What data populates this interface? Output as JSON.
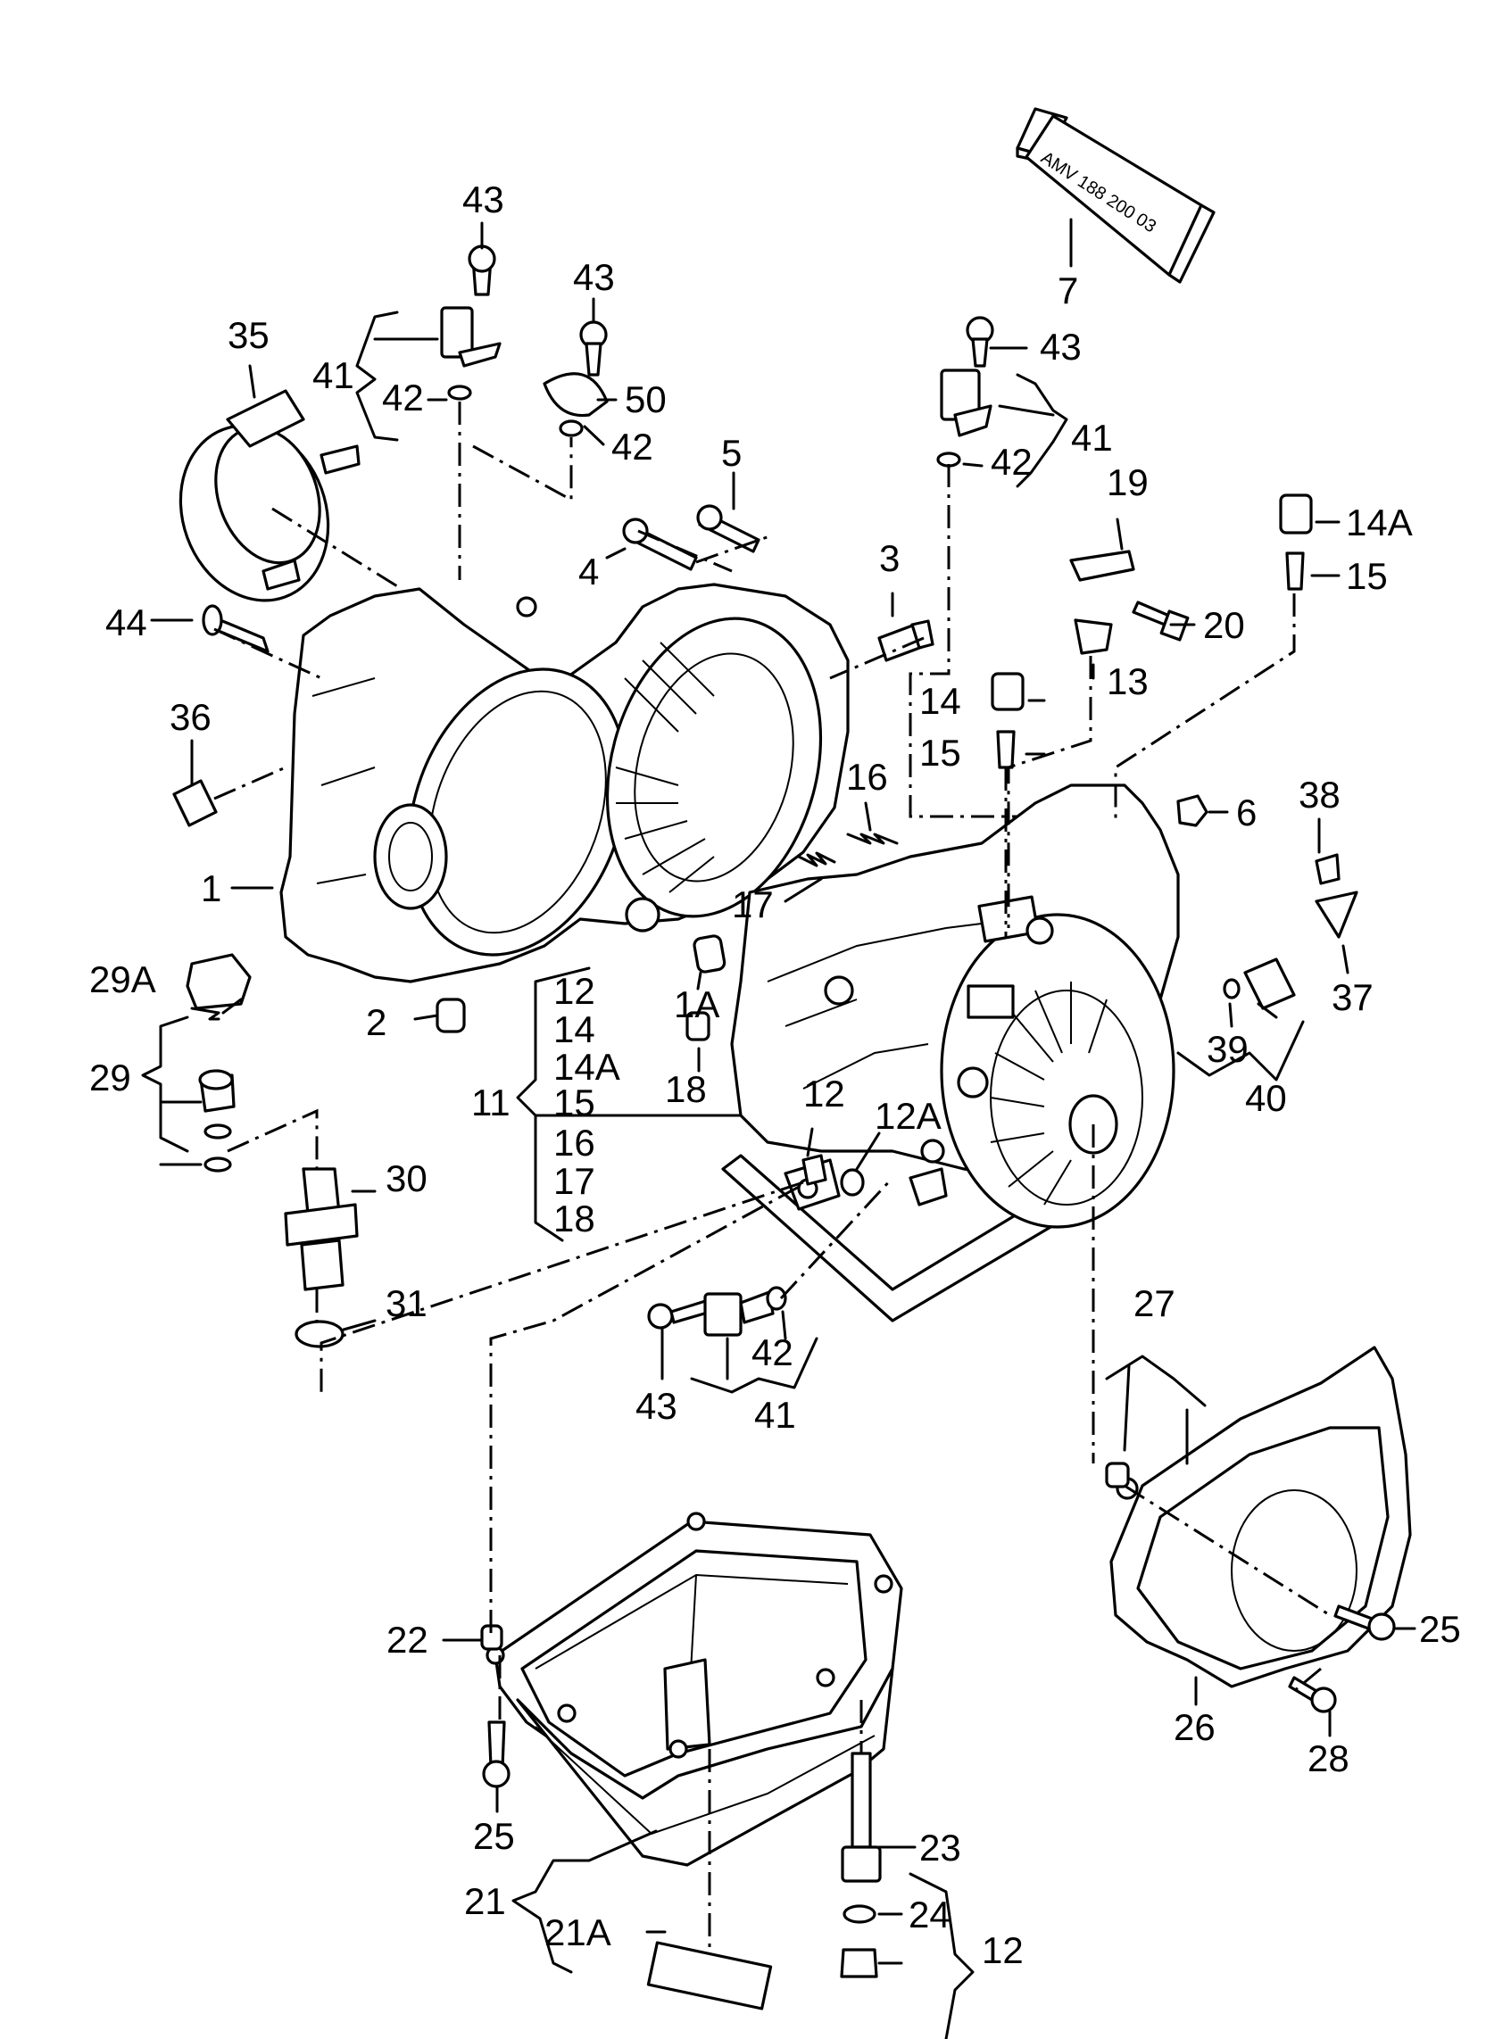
{
  "diagram": {
    "tube_text": "AMV 188 200 03",
    "labels": {
      "p1": "1",
      "p1a": "1A",
      "p2": "2",
      "p3": "3",
      "p4": "4",
      "p5": "5",
      "p6": "6",
      "p7": "7",
      "p11": "11",
      "p12_list": "12",
      "p12_side": "12",
      "p12_bottom": "12",
      "p12a": "12A",
      "p13": "13",
      "p14_list": "14",
      "p14_mid": "14",
      "p14a_list": "14A",
      "p14a_top": "14A",
      "p15_list": "15",
      "p15_mid": "15",
      "p15_top": "15",
      "p16_list": "16",
      "p16": "16",
      "p17_list": "17",
      "p17": "17",
      "p18_list": "18",
      "p18": "18",
      "p19": "19",
      "p20": "20",
      "p21": "21",
      "p21a": "21A",
      "p22": "22",
      "p23": "23",
      "p24": "24",
      "p25_right": "25",
      "p25_left": "25",
      "p26": "26",
      "p27": "27",
      "p28": "28",
      "p29": "29",
      "p29a": "29A",
      "p30": "30",
      "p31": "31",
      "p35": "35",
      "p36": "36",
      "p37": "37",
      "p38": "38",
      "p39": "39",
      "p40": "40",
      "p41_left": "41",
      "p41_right": "41",
      "p41_bottom": "41",
      "p42_left": "42",
      "p42_mid": "42",
      "p42_right": "42",
      "p42_bottom": "42",
      "p43_left": "43",
      "p43_mid": "43",
      "p43_right": "43",
      "p43_bottom": "43",
      "p44": "44",
      "p50": "50"
    }
  }
}
